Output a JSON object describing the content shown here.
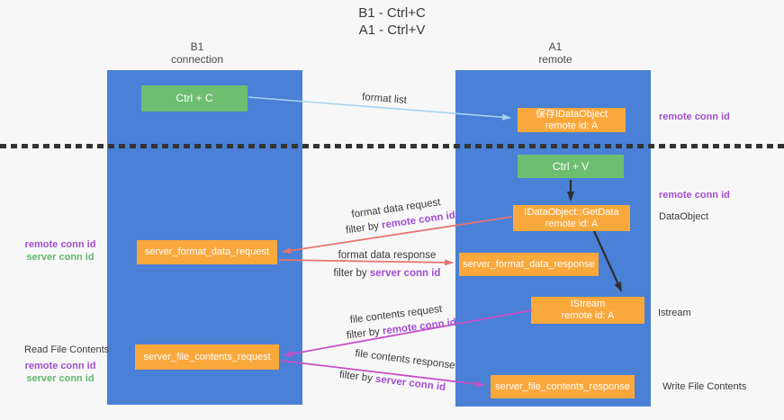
{
  "title": {
    "line1": "B1 - Ctrl+C",
    "line2": "A1 - Ctrl+V"
  },
  "columns": {
    "left": {
      "name": "B1",
      "role": "connection"
    },
    "right": {
      "name": "A1",
      "role": "remote"
    }
  },
  "nodes": {
    "ctrl_c": "Ctrl + C",
    "ctrl_v": "Ctrl + V",
    "save_idataobject": {
      "line1": "保存IDataObject",
      "line2": "remote id: A"
    },
    "getdata": {
      "line1": "IDataObject::GetData",
      "line2": "remote id: A"
    },
    "istream": {
      "line1": "IStream",
      "line2": "remote id: A"
    },
    "server_format_data_request": "server_format_data_request",
    "server_format_data_response": "server_format_data_response",
    "server_file_contents_request": "server_file_contents_request",
    "server_file_contents_response": "server_file_contents_response"
  },
  "arrow_labels": {
    "format_list": "format list",
    "format_data_request": "format data request",
    "format_data_response": "format data response",
    "file_contents_request": "file contents request",
    "file_contents_response": "file contents response",
    "filter_by": "filter by ",
    "remote_conn_id": "remote conn id",
    "server_conn_id": "server conn id"
  },
  "side_labels": {
    "remote_conn_id": "remote conn id",
    "server_conn_id": "server conn id",
    "dataobject": "DataObject",
    "istream": "Istream",
    "read_file_contents": "Read File Contents",
    "write_file_contents": "Write File Contents"
  },
  "colors": {
    "blue": "#4a80d6",
    "orange": "#f9a83c",
    "green": "#6ebe71",
    "arrow_blue": "#a6d4f0",
    "arrow_salmon": "#e8736e",
    "arrow_magenta": "#c84fc8",
    "purple_text": "#a14fd0",
    "green_text": "#62b96a",
    "dark_text": "#3a3a3a",
    "bg": "#f7f7f8"
  }
}
